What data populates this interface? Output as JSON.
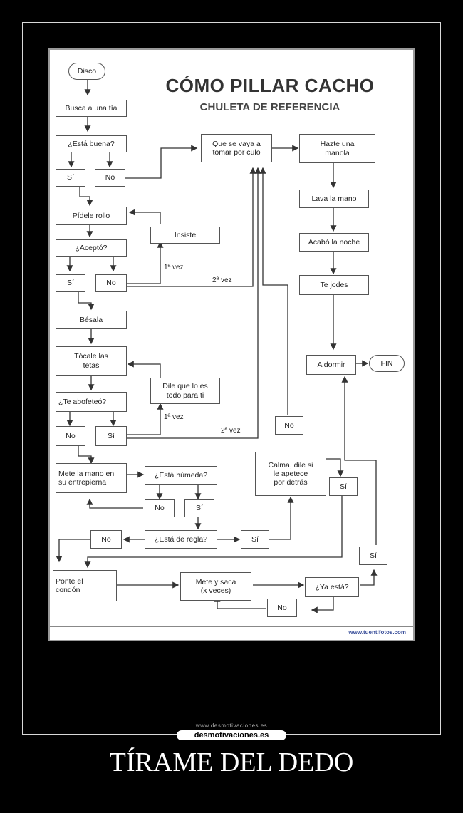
{
  "poster": {
    "title": "CÓMO PILLAR CACHO",
    "subtitle": "CHULETA DE REFERENCIA",
    "credit": "www.tuentifotos.com"
  },
  "nodes": {
    "disco": "Disco",
    "busca": "Busca a una tía",
    "buena": "¿Está buena?",
    "si1": "Sí",
    "no1": "No",
    "quesevaya": "Que se vaya a\ntomar por culo",
    "hazte": "Hazte una\nmanola",
    "lava": "Lava la mano",
    "acabo": "Acabó la noche",
    "tejodes": "Te jodes",
    "pidele": "Pídele rollo",
    "insiste": "Insiste",
    "acepto": "¿Aceptó?",
    "si2": "Sí",
    "no2": "No",
    "besala": "Bésala",
    "tocale": "Tócale las\ntetas",
    "dile": "Dile que lo es\ntodo para ti",
    "abofeteo": "¿Te abofeteó?",
    "no3": "No",
    "si3": "Sí",
    "adormir": "A dormir",
    "fin": "FIN",
    "no_calma": "No",
    "calma": "Calma, dile si\nle apetece\npor detrás",
    "si_calma": "Sí",
    "mete": "Mete la mano en\nsu entrepierna",
    "humeda": "¿Está húmeda?",
    "no4": "No",
    "si4": "Sí",
    "nodo_no_regla": "No",
    "regla": "¿Está de regla?",
    "si_regla": "Sí",
    "si_yaesta": "Sí",
    "condon": "Ponte el\ncondón",
    "metesaca": "Mete y saca\n(x veces)",
    "yaesta": "¿Ya está?",
    "no_yaesta": "No"
  },
  "labels": {
    "vez1a": "1ª vez",
    "vez2a": "2ª vez",
    "vez1b": "1ª vez",
    "vez2b": "2ª vez"
  },
  "brand": {
    "subtext": "www.desmotivaciones.es",
    "name": "desmotivaciones.es"
  },
  "caption": "TÍRAME DEL DEDO"
}
